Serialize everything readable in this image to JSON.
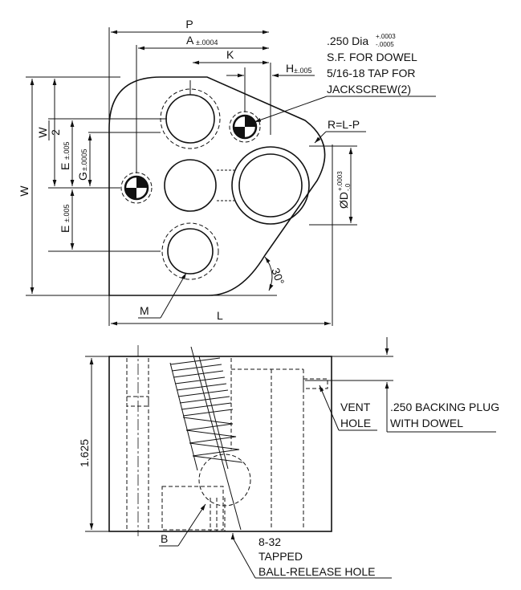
{
  "top_view": {
    "dim_P": "P",
    "dim_A": "A",
    "dim_A_tol": "±.0004",
    "dim_K": "K",
    "dim_H": "H",
    "dim_H_tol": "±.005",
    "dowel_note_line1": ".250 Dia",
    "dowel_tol_plus": "+.0003",
    "dowel_tol_minus": "-.0005",
    "dowel_note_line2": "S.F. FOR DOWEL",
    "dowel_note_line3": "5/16-18 TAP FOR",
    "dowel_note_line4": "JACKSCREW(2)",
    "radius_note": "R=L-P",
    "dim_W": "W",
    "dim_W_half_num": "W",
    "dim_W_half_den": "2",
    "dim_E_upper": "E",
    "dim_E_upper_tol": "±.005",
    "dim_G": "G",
    "dim_G_tol": "±.0005",
    "dim_E_lower": "E",
    "dim_E_lower_tol": "±.005",
    "dim_D": "ØD",
    "dim_D_tol_plus": "+.0003",
    "dim_D_tol_minus": "-.0",
    "angle": "30°",
    "dim_M": "M",
    "dim_L": "L"
  },
  "side_view": {
    "height": "1.625",
    "vent_line1": "VENT",
    "vent_line2": "HOLE",
    "plug_line1": ".250 BACKING PLUG",
    "plug_line2": "WITH DOWEL",
    "label_B": "B",
    "tapped_line1": "8-32",
    "tapped_line2": "TAPPED",
    "tapped_line3": "BALL-RELEASE HOLE"
  }
}
